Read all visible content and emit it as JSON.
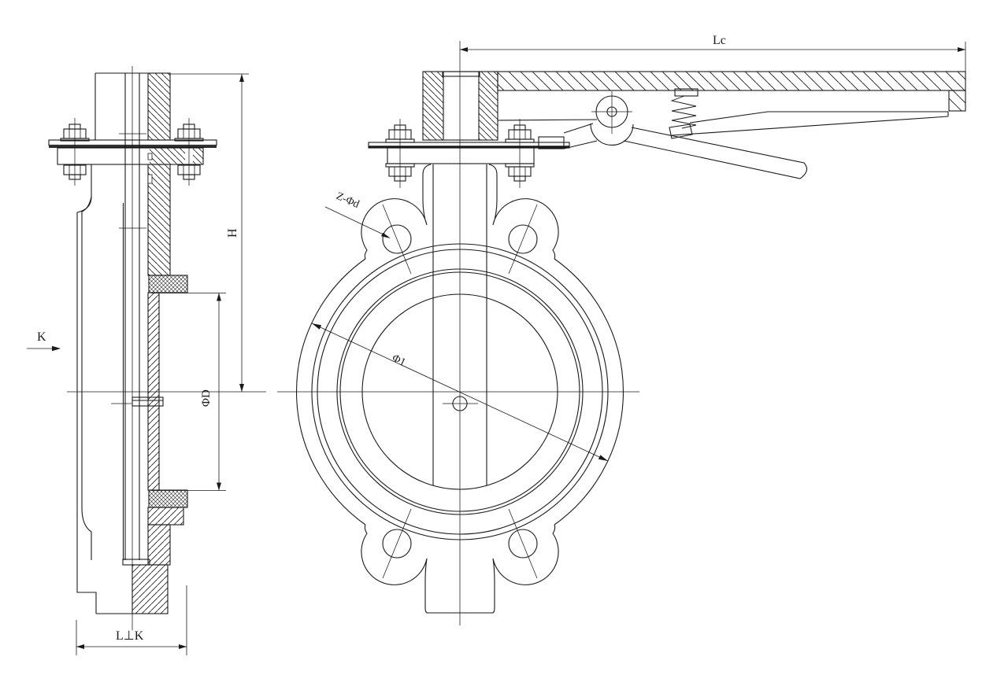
{
  "page": {
    "background": "#ffffff",
    "ink": "#1a1a1a"
  },
  "views": {
    "side_view": {
      "dim_height": "H",
      "dim_bore": "ΦD",
      "dim_face_to_face": "L⊥K",
      "section_arrow": "K"
    },
    "front_view": {
      "dim_handle_length": "Lc",
      "dim_bolt_holes": "Z-Φd",
      "dim_outer_diameter": "Φ1"
    }
  }
}
